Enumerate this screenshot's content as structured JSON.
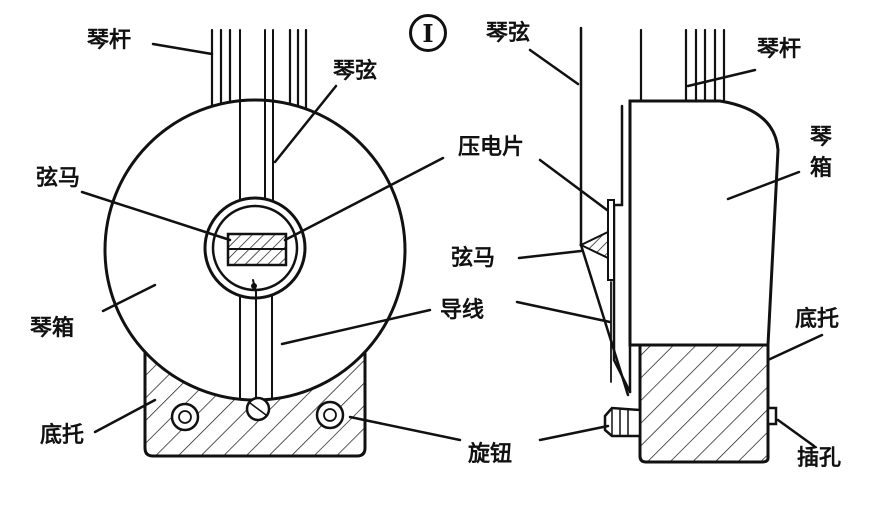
{
  "figure_number": "I",
  "colors": {
    "ink": "#111111",
    "background": "#ffffff"
  },
  "front_view": {
    "labels": {
      "neck": "琴杆",
      "string": "琴弦",
      "bridge": "弦马",
      "body": "琴箱",
      "base": "底托"
    }
  },
  "side_view": {
    "labels": {
      "string": "琴弦",
      "neck": "琴杆",
      "body": "琴箱",
      "piezo": "压电片",
      "bridge": "弦马",
      "wire": "导线",
      "base": "底托",
      "knob": "旋钮",
      "jack": "插孔"
    }
  }
}
